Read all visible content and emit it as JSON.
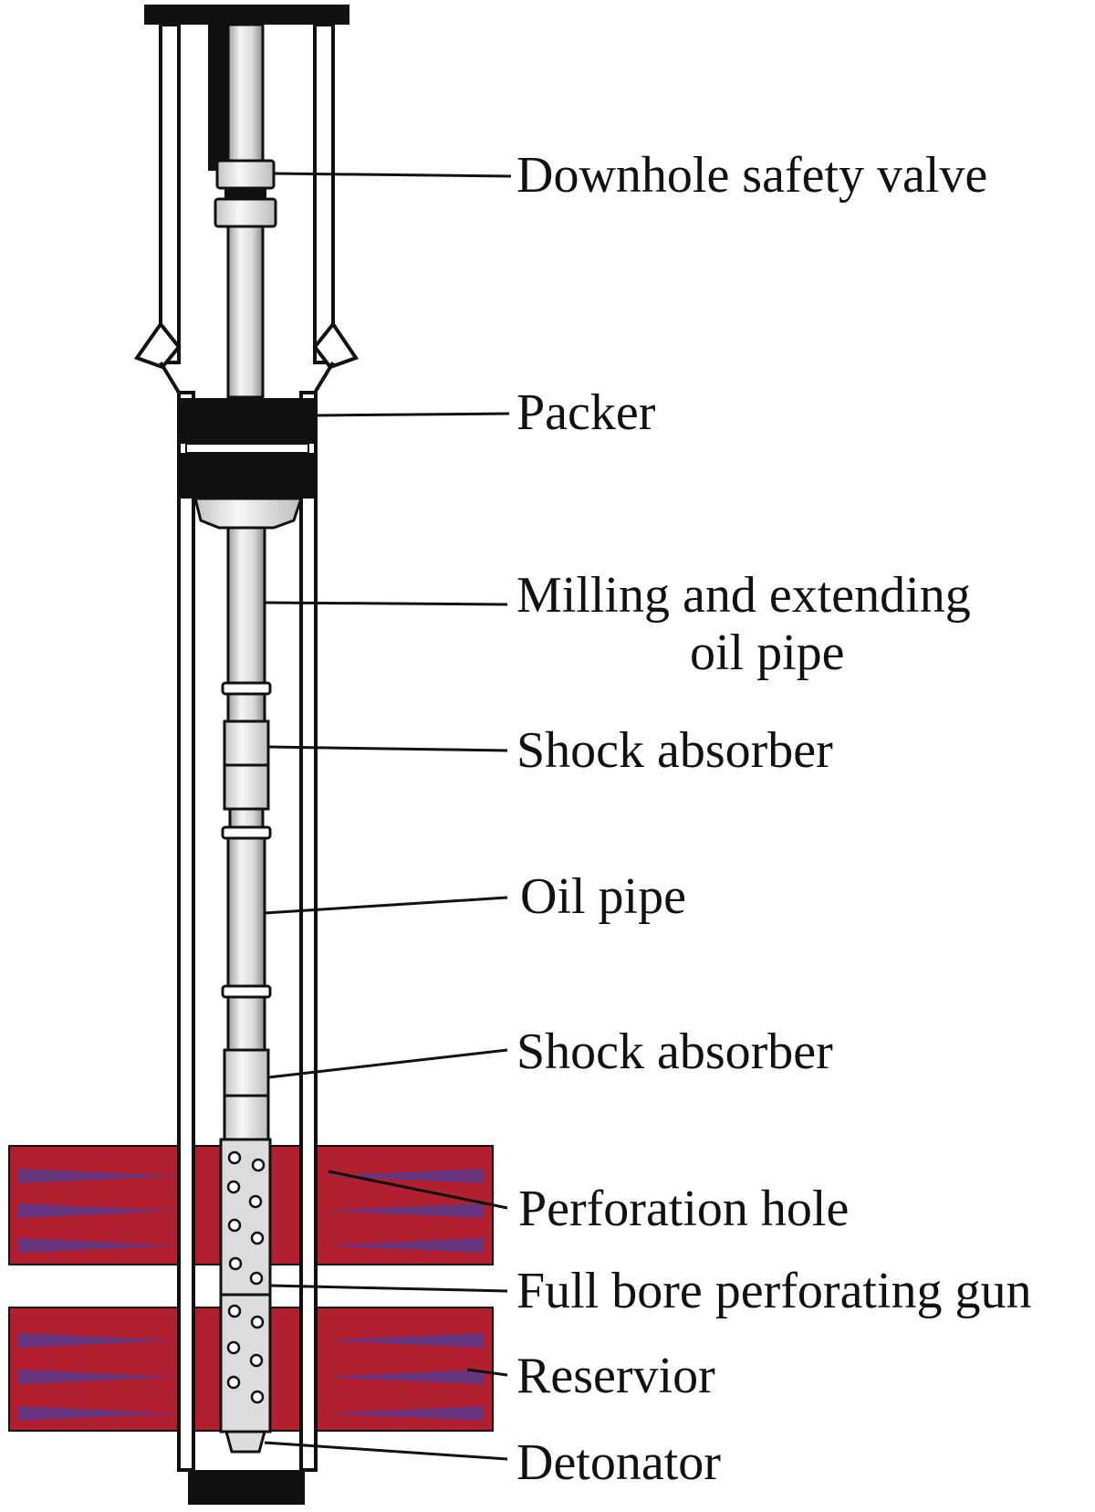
{
  "labels": {
    "downhole_safety_valve": "Downhole safety valve",
    "packer": "Packer",
    "milling_line1": "Milling and extending",
    "milling_line2": "oil pipe",
    "shock_absorber_1": "Shock absorber",
    "oil_pipe": "Oil pipe",
    "shock_absorber_2": "Shock absorber",
    "perforation_hole": "Perforation hole",
    "full_bore_perforating_gun": "Full bore perforating gun",
    "reservior": "Reservior",
    "detonator": "Detonator"
  },
  "colors": {
    "reservoir": "#b22030",
    "reservoir_stripes": "#5a3a8c",
    "outline": "#111111",
    "pipe_light": "#e6e6e6",
    "pipe_mid": "#bdbdbd",
    "packer": "#111111",
    "gun": "#dcdcdc"
  }
}
